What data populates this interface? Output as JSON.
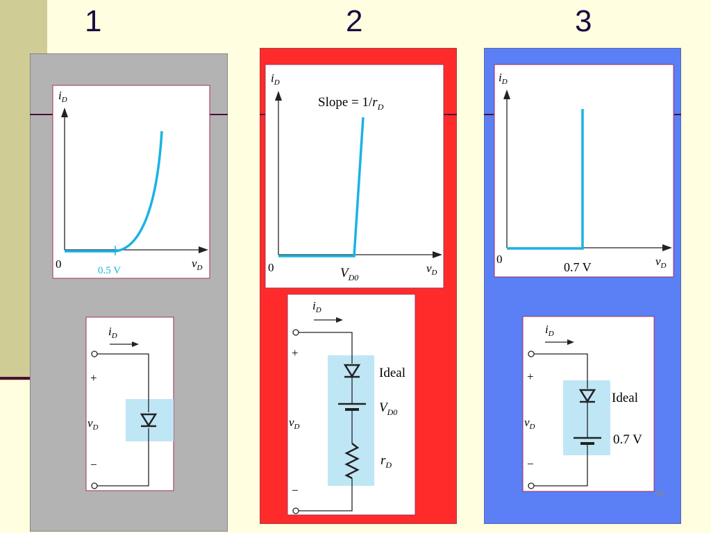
{
  "columns": [
    {
      "number": "1",
      "color": "#b3b3b3",
      "graph": {
        "y_axis": "i",
        "y_sub": "D",
        "x_axis": "v",
        "x_sub": "D",
        "origin": "0",
        "knee_label": "0.5 V"
      },
      "circuit": {
        "current": "i",
        "current_sub": "D",
        "voltage": "v",
        "voltage_sub": "D",
        "plus": "+",
        "minus": "−"
      }
    },
    {
      "number": "2",
      "color": "#ff2b2b",
      "graph": {
        "y_axis": "i",
        "y_sub": "D",
        "x_axis": "v",
        "x_sub": "D",
        "origin": "0",
        "knee_label": "V",
        "knee_sub": "D0",
        "slope_text": "Slope = 1/",
        "slope_r": "r",
        "slope_sub": "D"
      },
      "circuit": {
        "current": "i",
        "current_sub": "D",
        "voltage": "v",
        "voltage_sub": "D",
        "plus": "+",
        "minus": "−",
        "diode_label": "Ideal",
        "battery_label": "V",
        "battery_sub": "D0",
        "resistor_label": "r",
        "resistor_sub": "D"
      }
    },
    {
      "number": "3",
      "color": "#5b7ff5",
      "graph": {
        "y_axis": "i",
        "y_sub": "D",
        "x_axis": "v",
        "x_sub": "D",
        "origin": "0",
        "knee_label": "0.7 V"
      },
      "circuit": {
        "current": "i",
        "current_sub": "D",
        "voltage": "v",
        "voltage_sub": "D",
        "plus": "+",
        "minus": "−",
        "diode_label": "Ideal",
        "battery_label": "0.7 V"
      }
    }
  ],
  "page_number": "48",
  "colors": {
    "curve": "#19b3e3",
    "highlight": "#bfe6f5",
    "frame_border": "#a0325a",
    "accent_dark": "#4a0f33"
  }
}
